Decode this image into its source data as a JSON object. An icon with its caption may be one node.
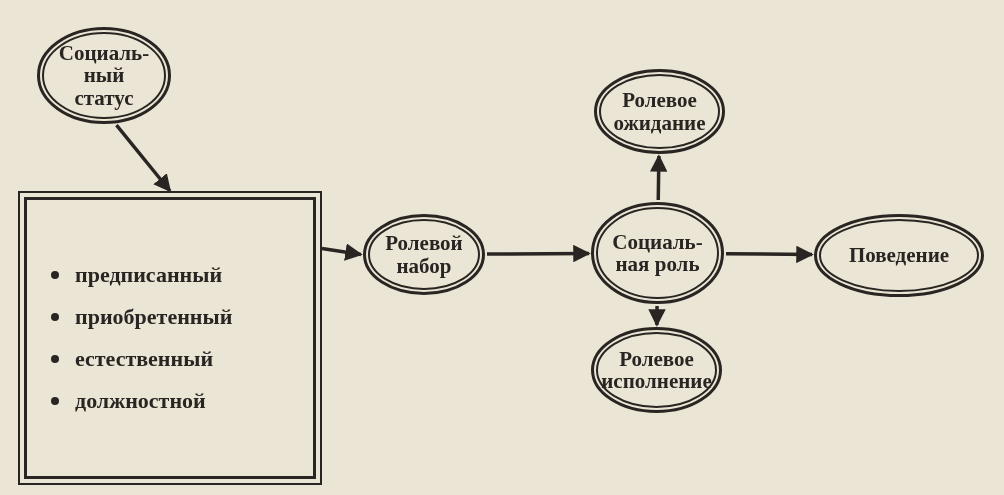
{
  "diagram": {
    "nodes": [
      {
        "text": [
          "Социаль- ный статус"
        ]
      },
      {
        "text": [
          "предписанный",
          "приобретенный",
          "естественный",
          "должностной"
        ]
      },
      {
        "text": [
          "Ролевой набор"
        ]
      },
      {
        "text": [
          "Социаль- ная роль"
        ]
      },
      {
        "text": [
          "Ролевое ожидание"
        ]
      },
      {
        "text": [
          "Поведение"
        ]
      },
      {
        "text": [
          "Ролевое исполнение"
        ]
      }
    ],
    "edges": [
      {
        "from": 0,
        "to": 1,
        "arrow": "to"
      },
      {
        "from": 1,
        "to": 2,
        "arrow": "to"
      },
      {
        "from": 2,
        "to": 3,
        "arrow": "to"
      },
      {
        "from": 3,
        "to": 4,
        "arrow": "to"
      },
      {
        "from": 3,
        "to": 5,
        "arrow": "to"
      },
      {
        "from": 3,
        "to": 6,
        "arrow": "to"
      }
    ]
  }
}
